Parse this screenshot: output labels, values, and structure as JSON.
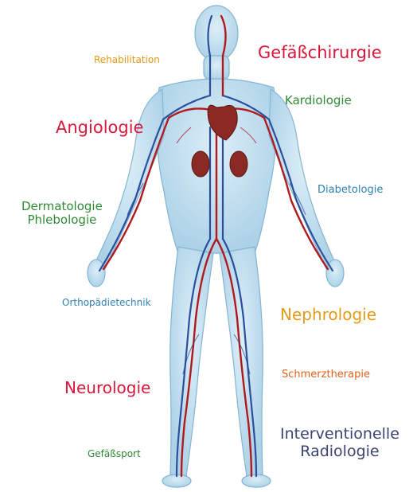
{
  "colors": {
    "red": "#d8173a",
    "green": "#2f8a34",
    "orange": "#e39a18",
    "blue": "#2f7fb1",
    "orange_red": "#e0601d",
    "navy": "#3a4470",
    "body_fill": "#b9dcef",
    "body_outline": "#6fa8c8",
    "artery": "#b01a1e",
    "vein": "#2a4f9c",
    "organ": "#8b2a22"
  },
  "labels": {
    "rehabilitation": "Rehabilitation",
    "gefaesschirurgie": "Gefäßchirurgie",
    "kardiologie": "Kardiologie",
    "angiologie": "Angiologie",
    "diabetologie": "Diabetologie",
    "dermatologie_line1": "Dermatologie",
    "dermatologie_line2": "Phlebologie",
    "orthopaedietechnik": "Orthopädietechnik",
    "nephrologie": "Nephrologie",
    "schmerztherapie": "Schmerztherapie",
    "neurologie": "Neurologie",
    "interventionelle_line1": "Interventionelle",
    "interventionelle_line2": "Radiologie",
    "gefaesssport": "Gefäßsport"
  }
}
